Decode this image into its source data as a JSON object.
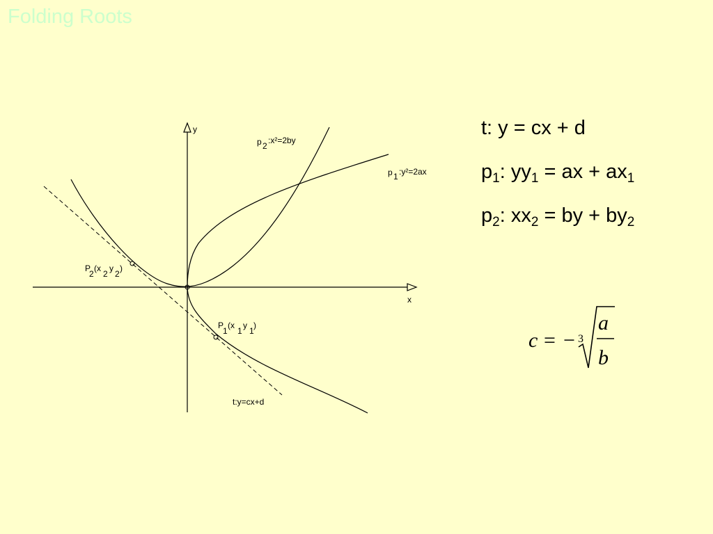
{
  "title": "Folding Roots",
  "diagram": {
    "axis_y": "y",
    "axis_x": "x",
    "label_p2_base": "p",
    "label_p2_sub": "2",
    "label_p2_eq": ":x²=2by",
    "label_p1_base": "p",
    "label_p1_sub": "1",
    "label_p1_eq": ":y²=2ax",
    "point_P2": {
      "base": "P",
      "sub1": "2",
      "open": "(x",
      "sub2": "2",
      "mid": "y",
      "sub3": "2",
      "close": ")"
    },
    "point_P1": {
      "base": "P",
      "sub1": "1",
      "open": "(x",
      "sub2": "1",
      "mid": "y",
      "sub3": "1",
      "close": ")"
    },
    "tangent_label": "t:y=cx+d"
  },
  "equations": {
    "line1": "t: y = cx + d",
    "line2_a": "p",
    "line2_a_sub": "1",
    "line2_b": ": yy",
    "line2_b_sub": "1",
    "line2_c": " = ax + ax",
    "line2_c_sub": "1",
    "line3_a": "p",
    "line3_a_sub": "2",
    "line3_b": ": xx",
    "line3_b_sub": "2",
    "line3_c": " = by + by",
    "line3_c_sub": "2"
  },
  "formula": {
    "lhs": "c",
    "eq": "=",
    "minus": "−",
    "root_index": "3",
    "numerator": "a",
    "denominator": "b"
  }
}
